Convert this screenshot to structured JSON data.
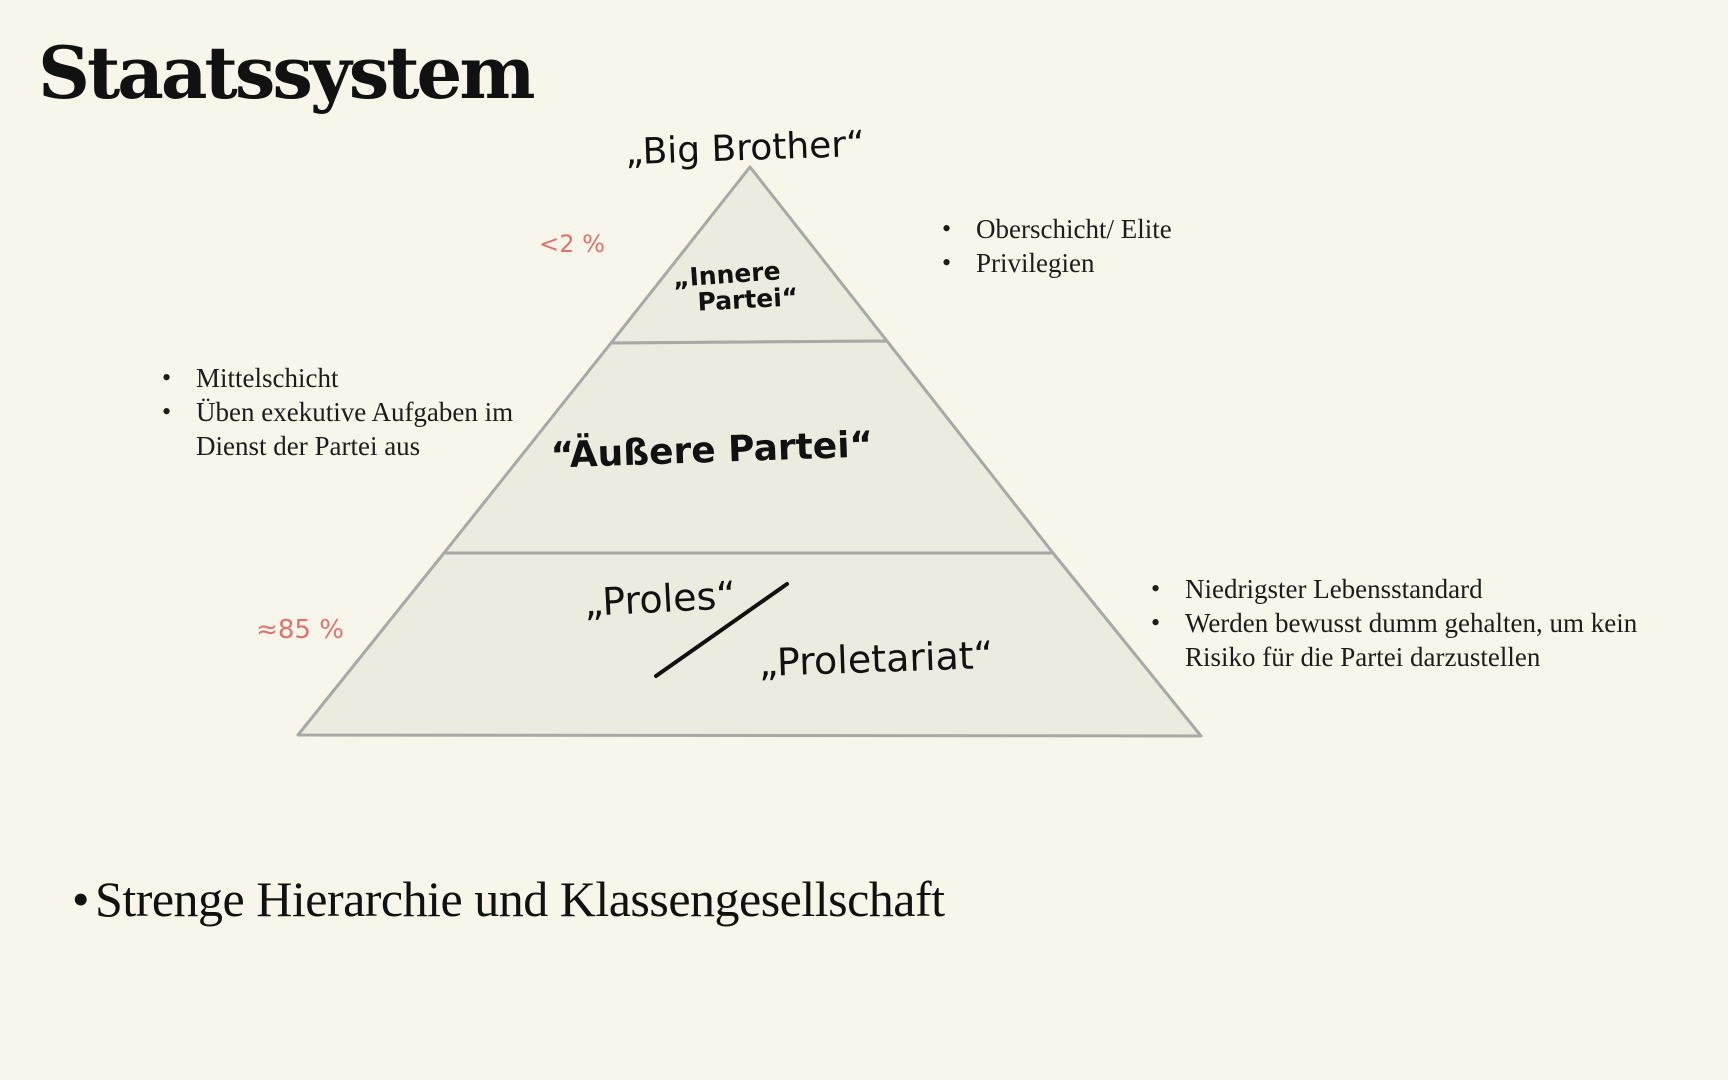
{
  "title": "Staatssystem",
  "pyramid": {
    "apex_label": "„Big Brother“",
    "levels": [
      {
        "label_lines": [
          "„Innere",
          "Partei“"
        ],
        "percent": "<2 %"
      },
      {
        "label_lines": [
          "“Äußere Partei“"
        ],
        "percent": ""
      },
      {
        "label_lines": [
          "„Proles“",
          "„Proletariat“"
        ],
        "percent": "≈85 %"
      }
    ]
  },
  "notes": {
    "top": [
      "Oberschicht/ Elite",
      "Privilegien"
    ],
    "middle": [
      "Mittelschicht",
      "Üben exekutive Aufgaben im Dienst der Partei aus"
    ],
    "bottom": [
      "Niedrigster Lebensstandard",
      "Werden bewusst dumm gehalten, um kein Risiko für die Partei darzustellen"
    ]
  },
  "summary": {
    "bullet": "•",
    "text": "Strenge Hierarchie und Klassengesellschaft"
  },
  "colors": {
    "background": "#f8f5ea",
    "pyramid_fill": "#ebebe0",
    "pyramid_stroke": "#a8a8a8",
    "percent_text": "#e0736f"
  }
}
